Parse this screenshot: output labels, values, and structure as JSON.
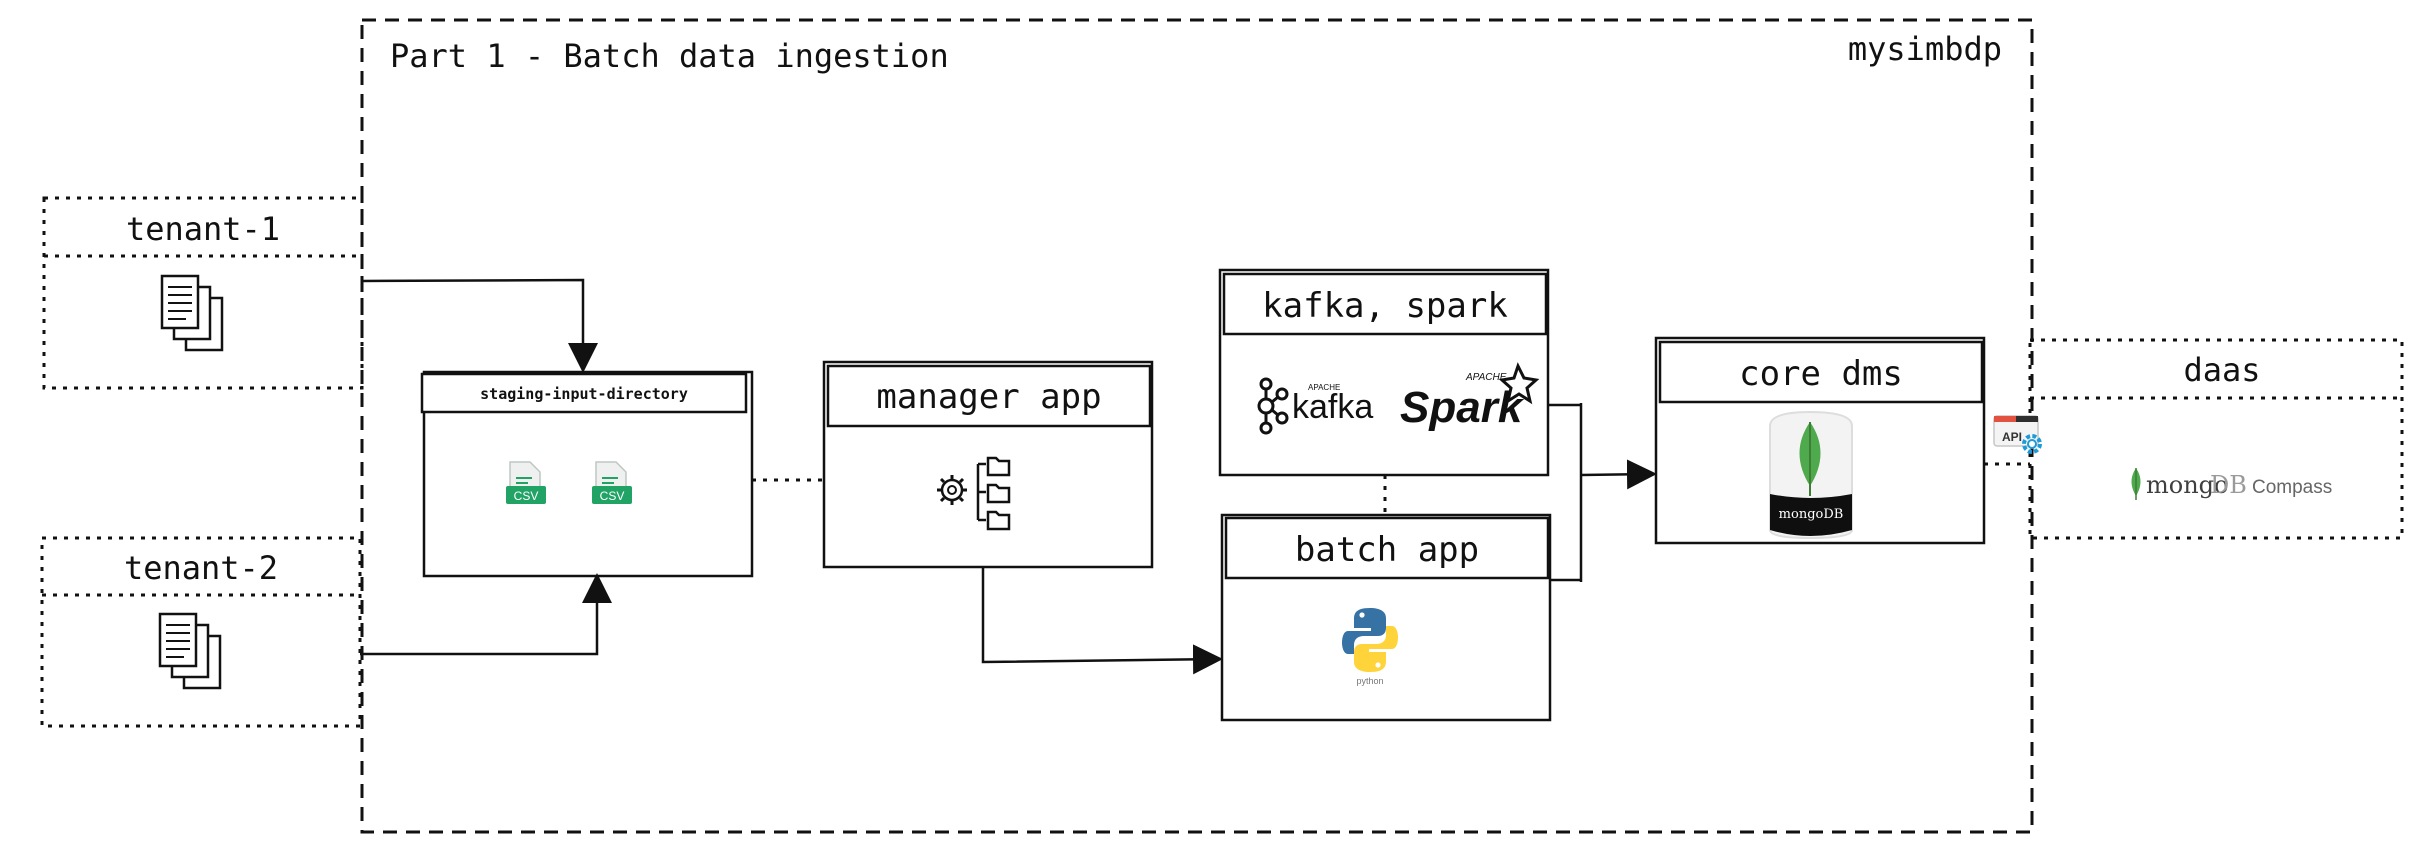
{
  "system": {
    "part_title": "Part 1 - Batch data ingestion",
    "platform_name": "mysimbdp"
  },
  "tenants": [
    {
      "label": "tenant-1",
      "icon": "documents-icon"
    },
    {
      "label": "tenant-2",
      "icon": "documents-icon"
    }
  ],
  "staging": {
    "label": "staging-input-directory",
    "files": [
      {
        "badge": "CSV"
      },
      {
        "badge": "CSV"
      }
    ],
    "icon": "csv-file-icon"
  },
  "manager": {
    "label": "manager app",
    "icon": "settings-folders-icon"
  },
  "streaming": {
    "label": "kafka, spark",
    "kafka_small": "APACHE",
    "kafka_logo": "kafka",
    "spark_small": "APACHE",
    "spark_logo": "Spark"
  },
  "batch": {
    "label": "batch app",
    "python_caption": "python"
  },
  "core": {
    "label": "core dms",
    "mongo_caption": "mongoDB"
  },
  "daas": {
    "label": "daas",
    "api_badge": "API",
    "compass_mongo": "mongo",
    "compass_db": "DB",
    "compass_suffix": "Compass"
  },
  "colors": {
    "line": "#111111",
    "csv_green": "#21a366",
    "mongo_leaf": "#4fa94d",
    "mongo_dark": "#0f0f0f",
    "python_blue": "#3772a4",
    "python_yellow": "#ffd43b",
    "api_gear": "#1e9bd7"
  }
}
